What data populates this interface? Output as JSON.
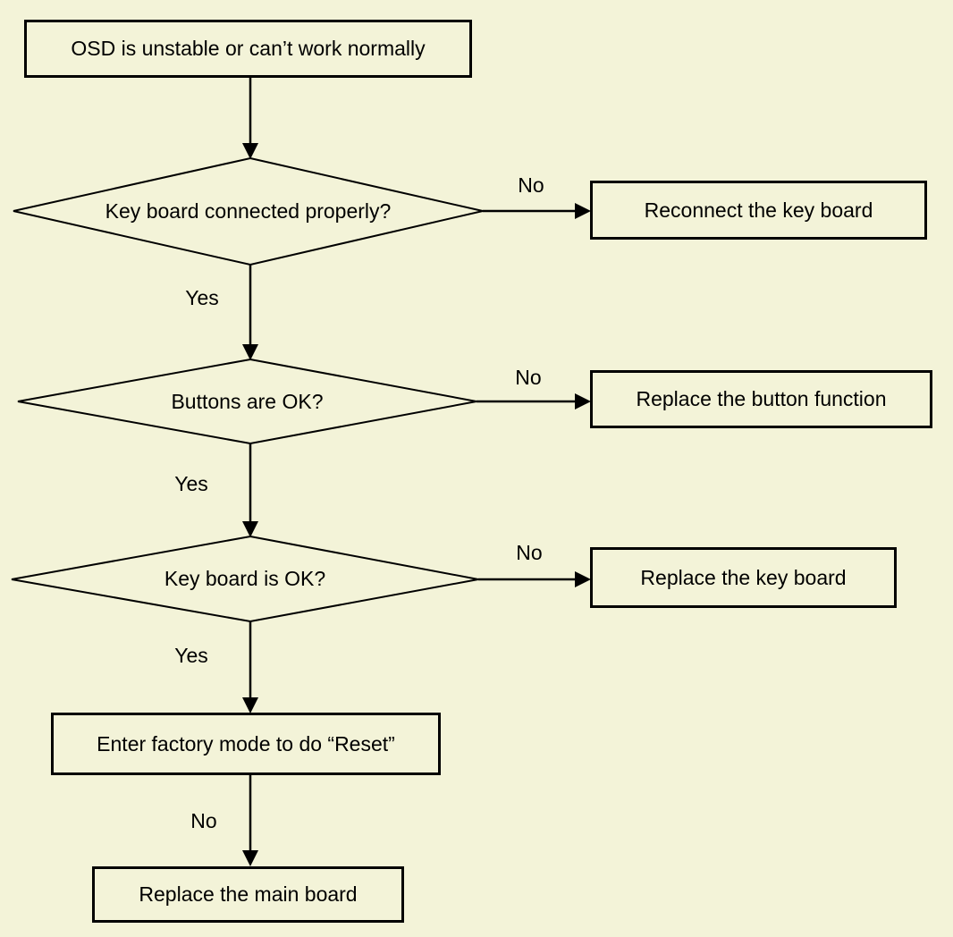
{
  "colors": {
    "background": "#f3f3d8",
    "line": "#000000",
    "text": "#000000"
  },
  "nodes": {
    "start": "OSD is unstable or can’t work normally",
    "check_connection": "Key board connected properly?",
    "check_buttons": "Buttons are OK?",
    "check_keyboard": "Key board is OK?",
    "reconnect_keyboard": "Reconnect the key board",
    "replace_button_function": "Replace the button function",
    "replace_keyboard": "Replace the key board",
    "factory_reset": "Enter factory mode to do “Reset”",
    "replace_mainboard": "Replace the main board"
  },
  "edge_labels": {
    "yes1": "Yes",
    "yes2": "Yes",
    "yes3": "Yes",
    "no1": "No",
    "no2": "No",
    "no3": "No",
    "no4": "No"
  }
}
